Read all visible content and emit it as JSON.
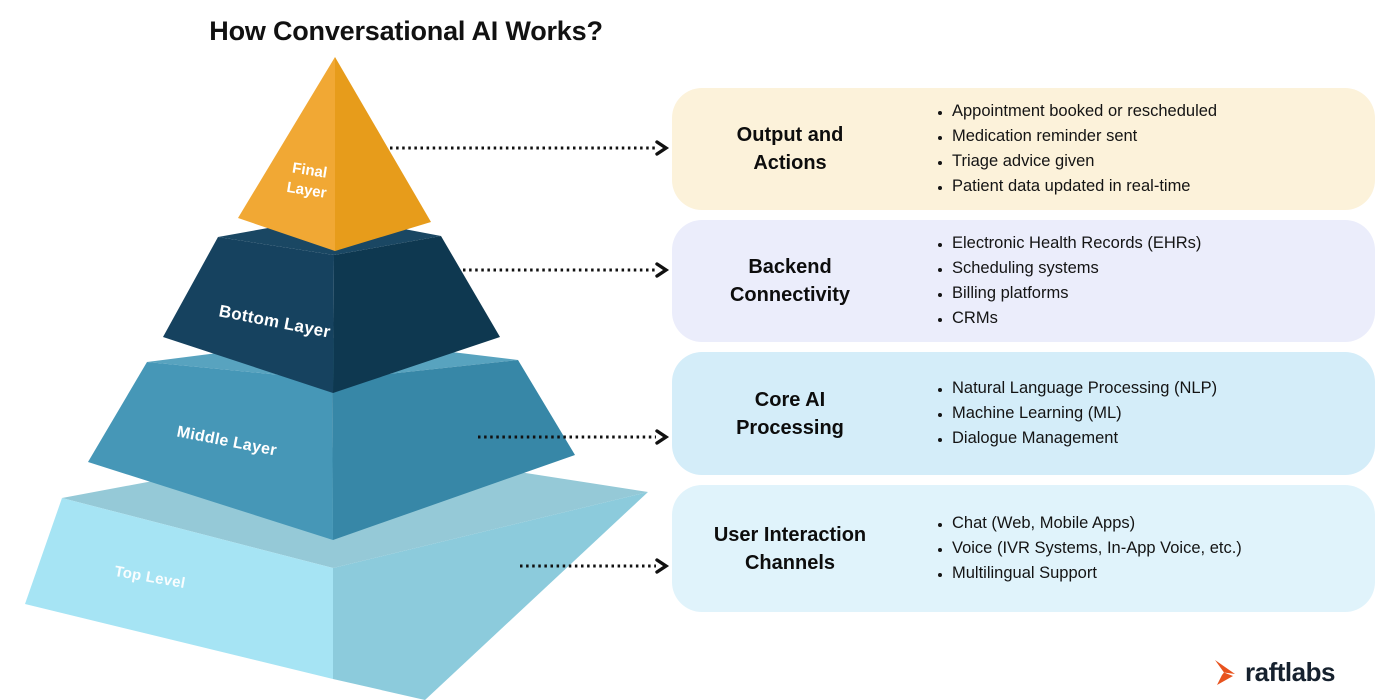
{
  "title": "How Conversational AI Works?",
  "pyramid": {
    "layers": [
      {
        "label": "Final Layer",
        "face_left": "#F1A834",
        "face_right": "#E79C1B",
        "face_top": "#F1A834"
      },
      {
        "label": "Bottom Layer",
        "face_left": "#16425F",
        "face_right": "#0E3850",
        "face_top": "#1A4763"
      },
      {
        "label": "Middle Layer",
        "face_left": "#4697B7",
        "face_right": "#3787A7",
        "face_top": "#58A3BF"
      },
      {
        "label": "Top Level",
        "face_left": "#A6E4F4",
        "face_right": "#8CCBDC",
        "face_top": "#95C9D7"
      }
    ]
  },
  "colors": {
    "background": "#FFFFFF",
    "title_text": "#111111",
    "arrow": "#111111",
    "layer_label_text": "#FFFFFF"
  },
  "cards": [
    {
      "title": "Output and Actions",
      "bg": "#FCF2DA",
      "items": [
        "Appointment booked or rescheduled",
        "Medication reminder sent",
        "Triage advice given",
        "Patient data updated in real-time"
      ]
    },
    {
      "title": "Backend Connectivity",
      "bg": "#EBEDFB",
      "items": [
        "Electronic Health Records (EHRs)",
        "Scheduling systems",
        "Billing platforms",
        "CRMs"
      ]
    },
    {
      "title": "Core AI Processing",
      "bg": "#D4EDF9",
      "items": [
        "Natural Language Processing (NLP)",
        "Machine Learning (ML)",
        "Dialogue Management"
      ]
    },
    {
      "title": "User Interaction Channels",
      "bg": "#E0F3FB",
      "items": [
        "Chat (Web, Mobile Apps)",
        "Voice (IVR Systems, In-App Voice, etc.)",
        "Multilingual Support"
      ]
    }
  ],
  "logo": {
    "text": "raftlabs",
    "mark_icon": "origami-bird-icon",
    "mark_color": "#E8531E",
    "text_color": "#16212E"
  }
}
